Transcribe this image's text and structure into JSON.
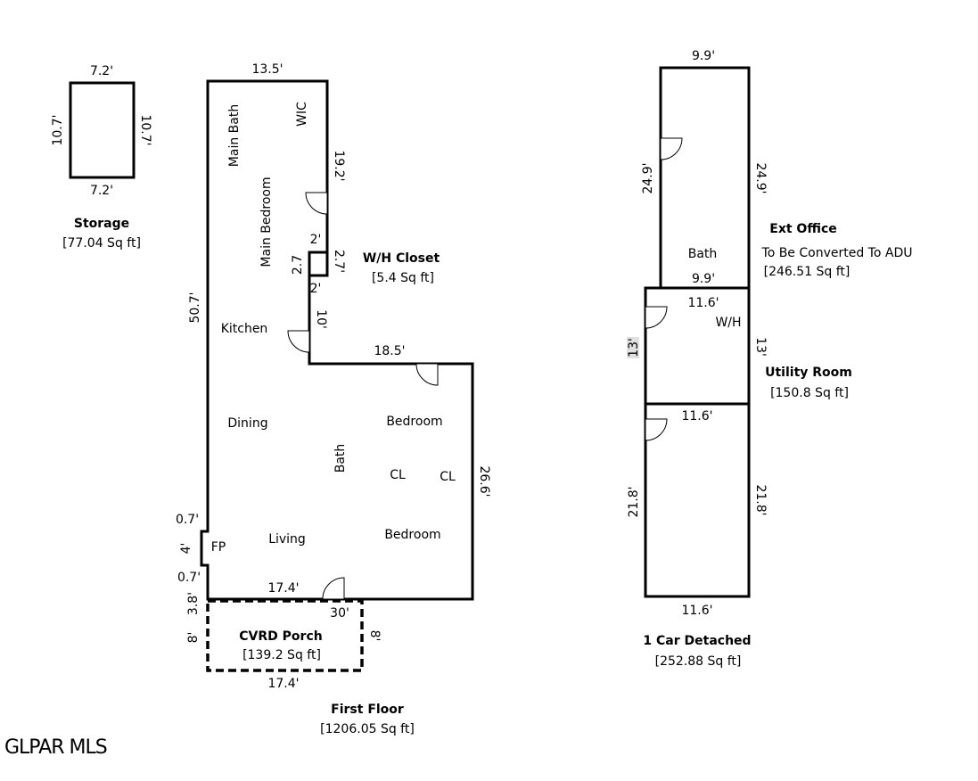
{
  "storage": {
    "dim_top": "7.2'",
    "dim_bottom": "7.2'",
    "dim_left": "10.7'",
    "dim_right": "10.7'",
    "title": "Storage",
    "area": "[77.04 Sq ft]"
  },
  "first_floor": {
    "dim_top": "13.5'",
    "dim_right_upper": "19.2'",
    "dim_left": "50.7'",
    "closet_top": "2'",
    "closet_left": "2.7",
    "closet_right": "2.7'",
    "closet_bottom": "2'",
    "dim_step": "10'",
    "dim_step_top": "18.5'",
    "dim_right_lower": "26.6'",
    "dim_bottom": "17.4'",
    "dim_fp_top": "0.7'",
    "dim_fp": "4'",
    "dim_fp_bottom": "0.7'",
    "dim_bottom_total": "30'",
    "dim_porch_left_top": "3.8'",
    "rooms": {
      "main_bath": "Main Bath",
      "wic": "WIC",
      "main_bedroom": "Main Bedroom",
      "kitchen": "Kitchen",
      "dining": "Dining",
      "bedroom_1": "Bedroom",
      "bath": "Bath",
      "cl_1": "CL",
      "cl_2": "CL",
      "bedroom_2": "Bedroom",
      "living": "Living",
      "fp": "FP"
    },
    "wh_closet": {
      "title": "W/H Closet",
      "area": "[5.4 Sq ft]"
    },
    "title": "First Floor",
    "area": "[1206.05 Sq ft]"
  },
  "porch": {
    "dim_left": "8'",
    "dim_right": "8'",
    "dim_bottom": "17.4'",
    "title": "CVRD Porch",
    "area": "[139.2 Sq ft]"
  },
  "office": {
    "dim_top": "9.9'",
    "dim_left": "24.9'",
    "dim_right": "24.9'",
    "dim_bottom": "9.9'",
    "room_bath": "Bath",
    "title": "Ext Office",
    "subtitle": "To Be Converted To ADU",
    "area": "[246.51 Sq ft]"
  },
  "utility": {
    "dim_top": "11.6'",
    "dim_left": "13'",
    "dim_right": "13'",
    "room_wh": "W/H",
    "title": "Utility Room",
    "area": "[150.8 Sq ft]"
  },
  "garage": {
    "dim_top": "11.6'",
    "dim_left": "21.8'",
    "dim_right": "21.8'",
    "dim_bottom": "11.6'",
    "title": "1 Car Detached",
    "area": "[252.88 Sq ft]"
  },
  "logo": "GLPAR MLS"
}
